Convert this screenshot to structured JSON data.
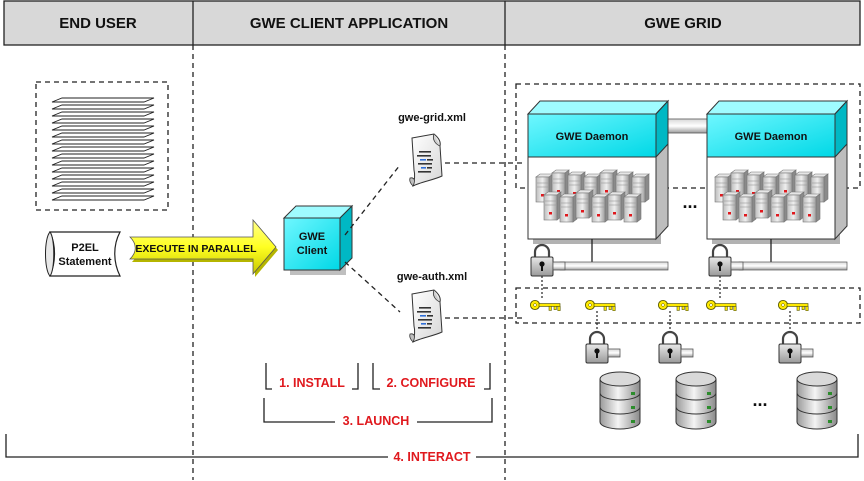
{
  "header": {
    "end_user": "END USER",
    "client_app": "GWE CLIENT APPLICATION",
    "grid": "GWE GRID"
  },
  "statement": {
    "line1": "P2EL",
    "line2": "Statement"
  },
  "arrow_label": "EXECUTE IN PARALLEL",
  "client": {
    "line1": "GWE",
    "line2": "Client"
  },
  "files": {
    "grid_xml": "gwe-grid.xml",
    "auth_xml": "gwe-auth.xml"
  },
  "daemons": {
    "left": "GWE Daemon",
    "right": "GWE Daemon"
  },
  "ellipsis": {
    "servers": "...",
    "storage": "..."
  },
  "steps": {
    "install": "1. INSTALL",
    "configure": "2. CONFIGURE",
    "launch": "3. LAUNCH",
    "interact": "4. INTERACT"
  },
  "colors": {
    "header_bg": "#d8d8d8",
    "cyan": "#00e5ef",
    "yellow": "#ffff33",
    "red_text": "#e0191e",
    "key_yellow": "#ffea00"
  }
}
